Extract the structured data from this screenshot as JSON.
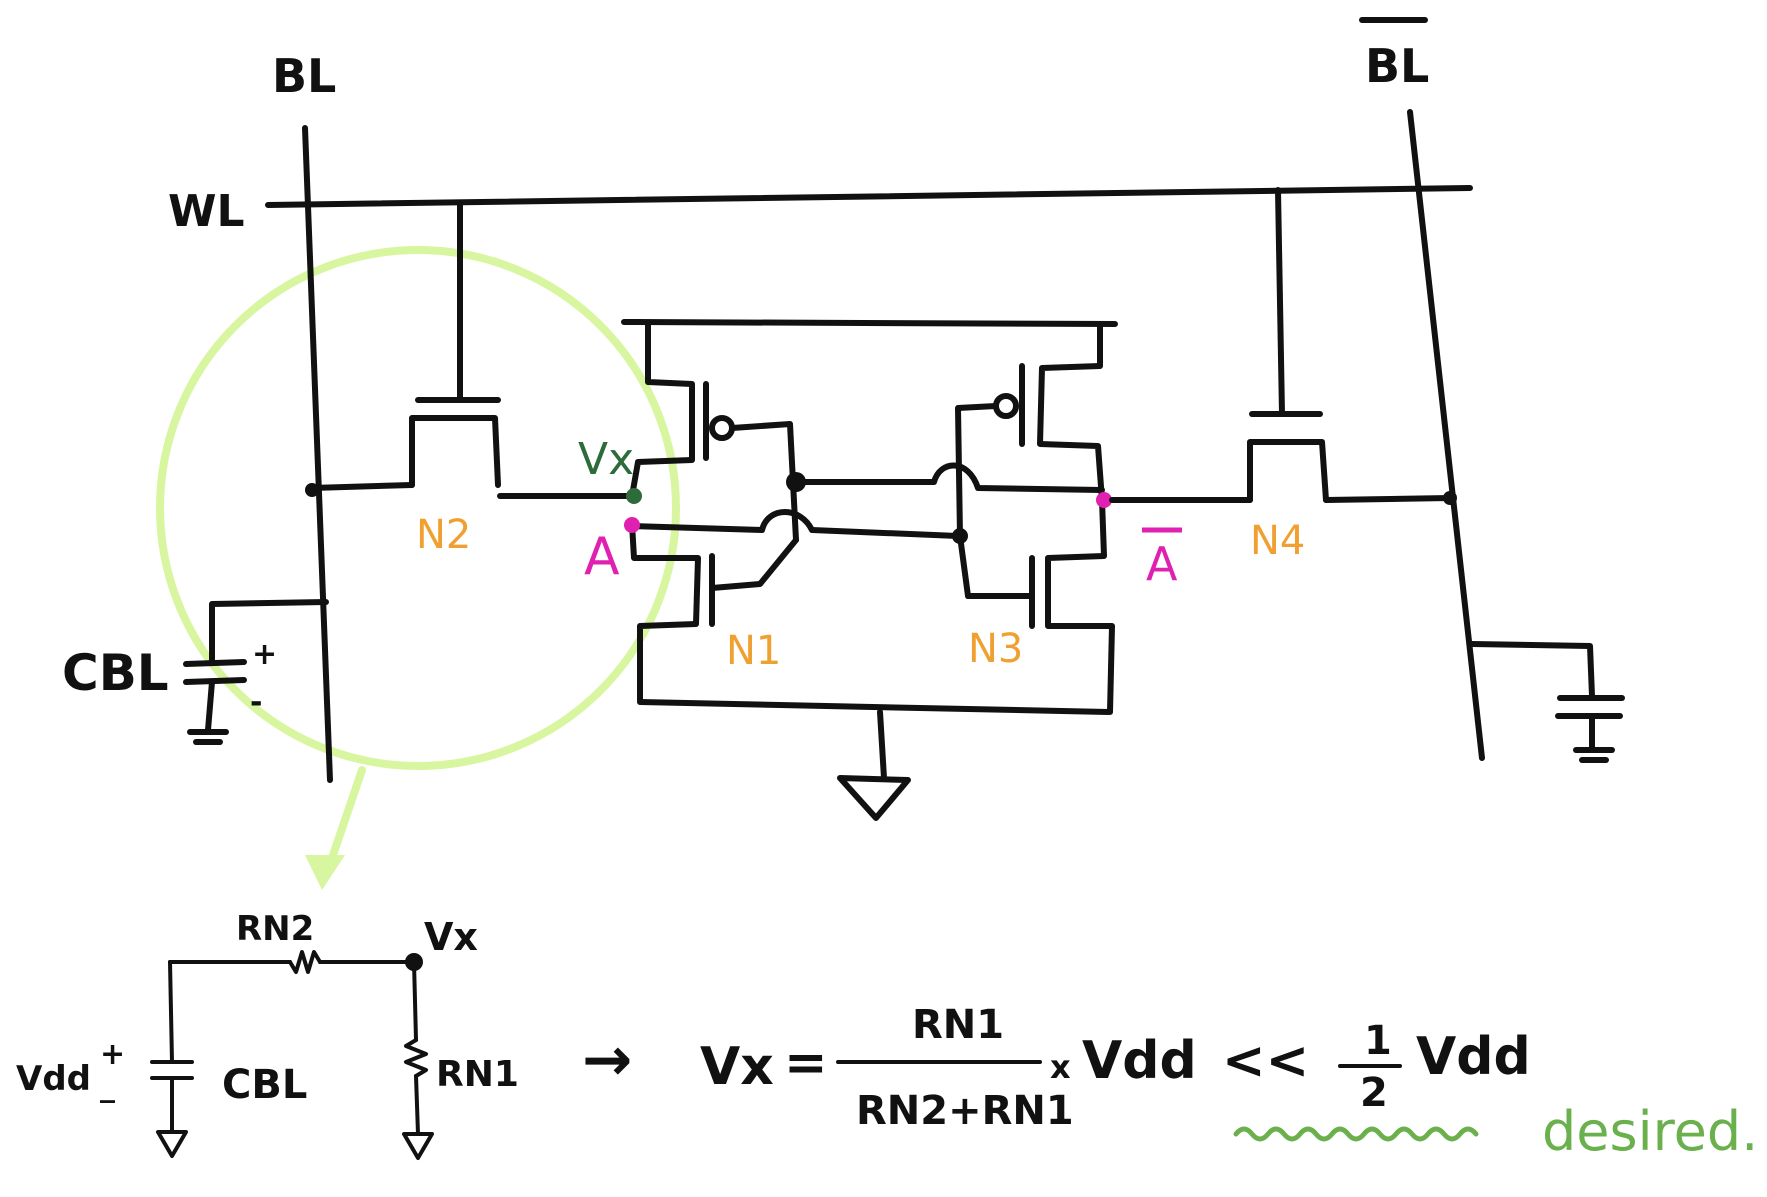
{
  "colors": {
    "ink": "#111111",
    "transistor_label": "#f0a030",
    "node_a": "#e020b0",
    "node_vx": "#2e6b3a",
    "highlight": "#d8f5a0",
    "desired": "#6ab04c"
  },
  "labels": {
    "bl": "BL",
    "blbar": "BL",
    "wl": "WL",
    "cbl_left": "CBL",
    "n1": "N1",
    "n2": "N2",
    "n3": "N3",
    "n4": "N4",
    "node_a": "A",
    "node_abar": "A",
    "vx": "Vx"
  },
  "equivalent": {
    "rn2": "RN2",
    "vx": "Vx",
    "vdd": "Vdd",
    "plus": "+",
    "minus": "_",
    "cbl": "CBL",
    "rn1": "RN1"
  },
  "equation": {
    "arrow": "→",
    "lhs": "Vx",
    "equals": "=",
    "numerator": "RN1",
    "denominator": "RN2+RN1",
    "times": "x",
    "vdd": "Vdd",
    "much_less": "<<",
    "half_num": "1",
    "half_den": "2",
    "half_vdd": "Vdd",
    "desired": "desired."
  }
}
